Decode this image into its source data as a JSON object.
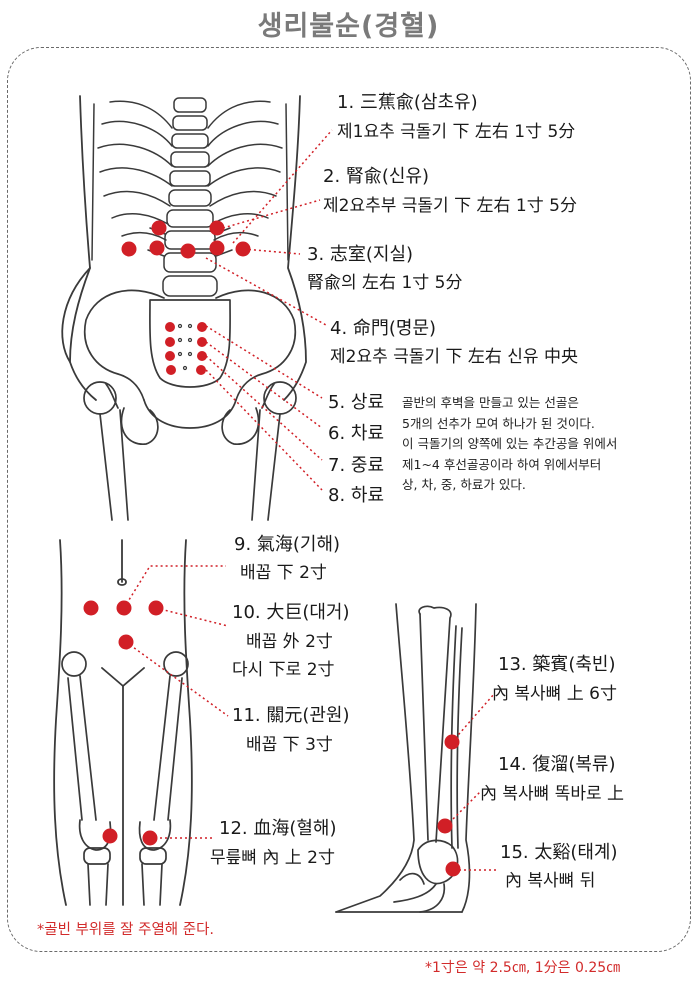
{
  "title": "생리불순(경혈)",
  "points": [
    {
      "name": "1. 三蕉兪(삼초유)",
      "desc": "제1요추 극돌기 下 左右 1寸 5分"
    },
    {
      "name": "2. 腎兪(신유)",
      "desc": "제2요추부 극돌기 下 左右 1寸 5分"
    },
    {
      "name": "3. 志室(지실)",
      "desc": "腎兪의 左右 1寸 5分"
    },
    {
      "name": "4. 命門(명문)",
      "desc": "제2요추 극돌기 下 左右 신유 中央"
    },
    {
      "name": "5. 상료"
    },
    {
      "name": "6. 차료"
    },
    {
      "name": "7. 중료"
    },
    {
      "name": "8. 하료"
    },
    {
      "name": "9. 氣海(기해)",
      "desc": "배꼽 下 2寸"
    },
    {
      "name": "10. 大巨(대거)",
      "desc": "배꼽 外 2寸",
      "desc2": "다시 下로  2寸"
    },
    {
      "name": "11. 關元(관원)",
      "desc": "배꼽 下 3寸"
    },
    {
      "name": "12. 血海(혈해)",
      "desc": "무릎뼈 內 上 2寸"
    },
    {
      "name": "13. 築賓(축빈)",
      "desc": "內 복사뼈 上 6寸"
    },
    {
      "name": "14. 復溜(복류)",
      "desc": "內 복사뼈 똑바로 上"
    },
    {
      "name": "15. 太谿(태계)",
      "desc": "內 복사뼈 뒤"
    }
  ],
  "sacral_note": [
    "골반의 후벽을 만들고 있는 선골은",
    "5개의 선추가 모여 하나가 된 것이다.",
    "이 극돌기의 양쪽에 있는 추간공을 위에서",
    "제1~4 후선골공이라 하여 위에서부터",
    "상, 차, 중, 하료가 있다."
  ],
  "note_left": "*골빈 부위를 잘 주열해 준다.",
  "note_bottom": "*1寸은 약 2.5㎝, 1分은 0.25㎝",
  "colors": {
    "point": "#d11f26",
    "note": "#d22b2b",
    "frame": "#6a6a6a",
    "title": "#7a7a7a"
  }
}
